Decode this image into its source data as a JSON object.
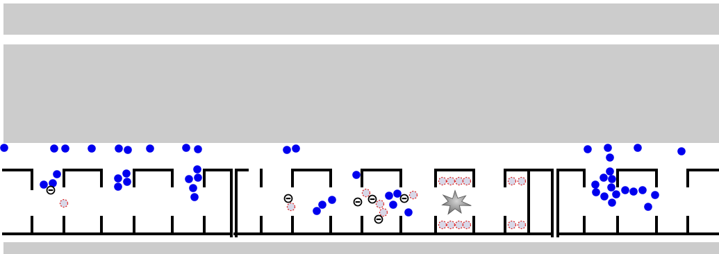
{
  "colors": {
    "band": "#cccccc",
    "background": "#ffffff",
    "wall": "#000000",
    "particle": "#0000ee",
    "vacancy_fill": "#d8d8e8",
    "vacancy_ring": "#dd2222",
    "ion_fill": "#ffffff",
    "ion_stroke": "#000000",
    "burst_dark": "#6a6a6a",
    "burst_light": "#d4d4d4"
  },
  "elements": {
    "bands": "gray-band",
    "walls": "channel-wall",
    "particles": "blue-particle",
    "vacancies": "dashed-vacancy",
    "ions": "ion-marker",
    "burst": "burst-icon"
  }
}
